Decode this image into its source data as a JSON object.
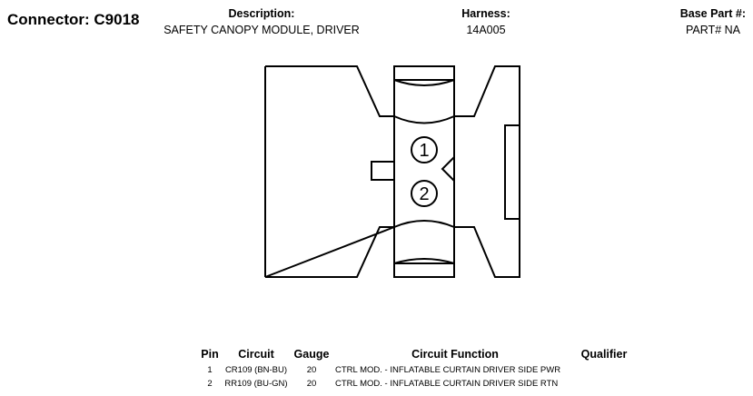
{
  "connector": {
    "label": "Connector:",
    "id": "C9018"
  },
  "description": {
    "label": "Description:",
    "value": "SAFETY CANOPY MODULE, DRIVER"
  },
  "harness": {
    "label": "Harness:",
    "value": "14A005"
  },
  "base_part": {
    "label": "Base Part #:",
    "value": "PART# NA"
  },
  "pin_labels": [
    "1",
    "2"
  ],
  "table": {
    "headers": {
      "pin": "Pin",
      "circuit": "Circuit",
      "gauge": "Gauge",
      "function": "Circuit Function",
      "qualifier": "Qualifier"
    },
    "rows": [
      {
        "pin": "1",
        "circuit": "CR109 (BN-BU)",
        "gauge": "20",
        "function": "CTRL MOD. - INFLATABLE CURTAIN DRIVER SIDE PWR",
        "qualifier": ""
      },
      {
        "pin": "2",
        "circuit": "RR109 (BU-GN)",
        "gauge": "20",
        "function": "CTRL MOD. - INFLATABLE CURTAIN DRIVER SIDE RTN",
        "qualifier": ""
      }
    ]
  }
}
